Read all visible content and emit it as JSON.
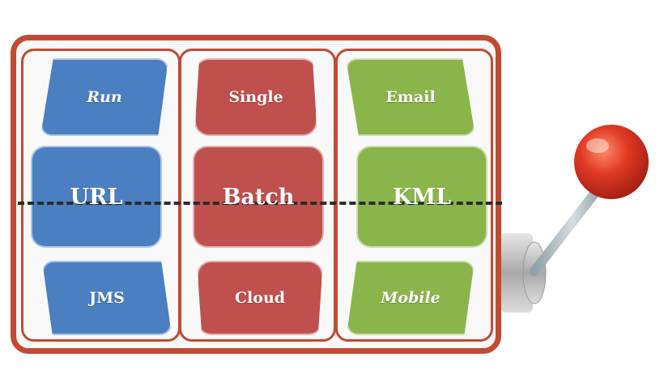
{
  "colors": {
    "frame": "#c24a32",
    "blue": "#4a7fc1",
    "red": "#c0504d",
    "green": "#8ab54a",
    "knob": "#d83a2a"
  },
  "reels": [
    {
      "top": "Run",
      "middle": "URL",
      "bottom": "JMS"
    },
    {
      "top": "Single",
      "middle": "Batch",
      "bottom": "Cloud"
    },
    {
      "top": "Email",
      "middle": "KML",
      "bottom": "Mobile"
    }
  ],
  "icons": {
    "lever": "slot-machine-lever-icon"
  }
}
